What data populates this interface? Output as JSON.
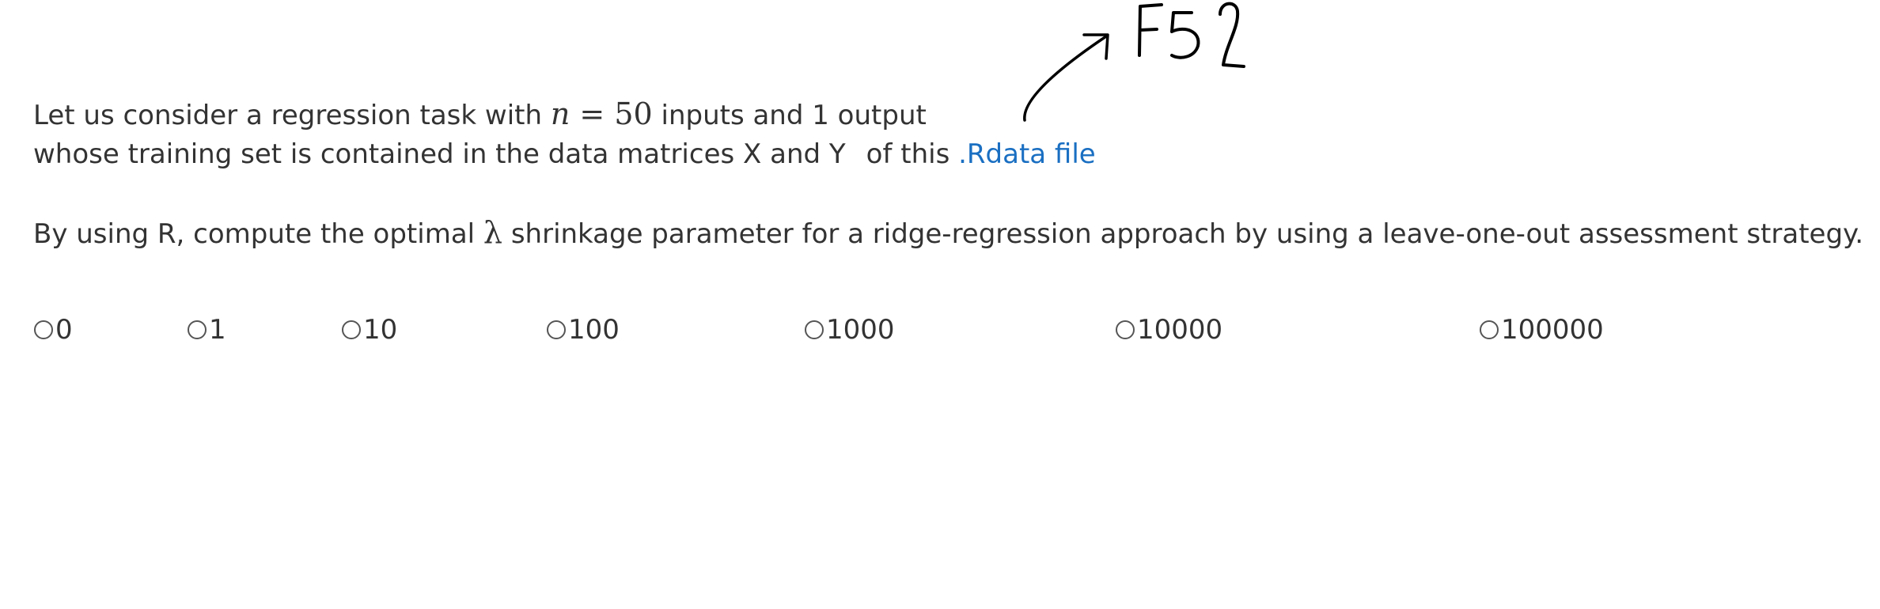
{
  "question": {
    "line1_before": "Let us consider a regression task with ",
    "math_var": "n",
    "math_rest": " = 50",
    "line1_after": " inputs and 1 output",
    "line2_before": "whose training set is contained in the data matrices X and Y",
    "line2_mid": "of this ",
    "link_text": ".Rdata file",
    "line3_before": "By using R,  compute the optimal ",
    "lambda_symbol": "λ",
    "line3_after": " shrinkage parameter for a ridge-regression approach by using a leave-one-out assessment strategy."
  },
  "options": [
    "0",
    "1",
    "10",
    "100",
    "1000",
    "10000",
    "100000"
  ],
  "annotation": {
    "text": "F52",
    "ink_color": "#000000"
  },
  "colors": {
    "text": "#333333",
    "link": "#1a6fc2"
  }
}
